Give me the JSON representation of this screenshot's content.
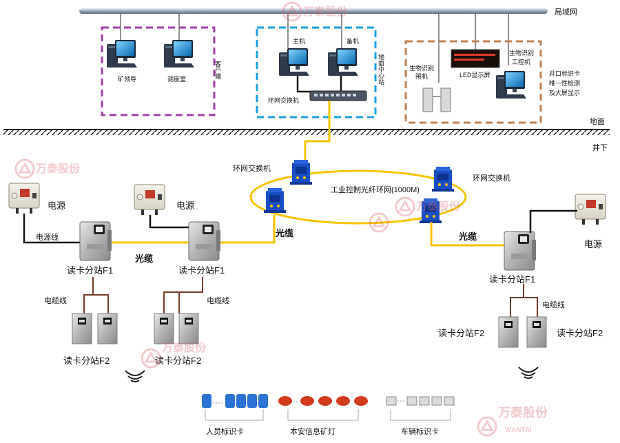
{
  "network": {
    "lan_label": "局域网",
    "ground_label": "地面",
    "underground_label": "井下"
  },
  "client": {
    "side_label": "客户端",
    "pc1_label": "矿领导",
    "pc2_label": "调度室"
  },
  "center": {
    "side_label": "地面中心站",
    "host_label": "主机",
    "backup_label": "备机",
    "switch_label": "环网交换机"
  },
  "wellhead": {
    "gate_label": "生物识别闸机",
    "led_label": "LED显示屏",
    "ipc_label": "生物识别工控机",
    "side_label": "井口标识卡唯一性检测及大屏显示"
  },
  "ring": {
    "label": "工业控制光纤环网(1000M)",
    "switch_left": "环网交换机",
    "switch_right": "环网交换机"
  },
  "left_branch": {
    "power1": "电源",
    "power_line": "电源线",
    "power2": "电源",
    "fiber": "光缆",
    "fiber_main": "光缆",
    "f1_a": "读卡分站F1",
    "f1_b": "读卡分站F1",
    "cable_a": "电缆线",
    "cable_b": "电缆线",
    "f2_a": "读卡分站F2",
    "f2_b": "读卡分站F2"
  },
  "right_branch": {
    "fiber": "光缆",
    "power": "电源",
    "f1": "读卡分站F1",
    "cable": "电缆线",
    "f2_a": "读卡分站F2",
    "f2_b": "读卡分站F2"
  },
  "cards": {
    "personnel": "人员标识卡",
    "lamp": "本安信息矿灯",
    "vehicle": "车辆标识卡"
  },
  "watermark": {
    "brand": "万泰股份",
    "latin": "WANTAI"
  },
  "colors": {
    "client_frame": "#a040a8",
    "center_frame": "#1aa0e0",
    "wellhead_frame": "#c08050",
    "fiber": "#f5c400",
    "switch_blue": "#1a4fc4",
    "cable": "#7a3a2a"
  }
}
